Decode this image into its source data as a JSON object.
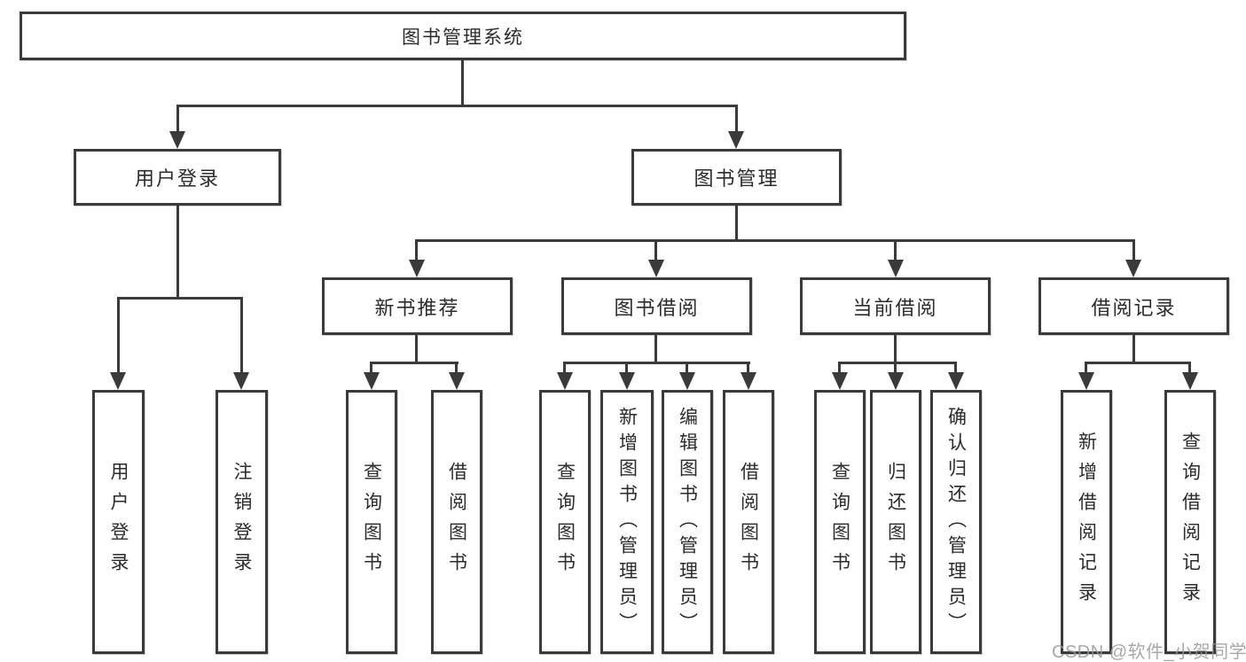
{
  "diagram": {
    "line_color": "#3a3a3a",
    "text_color": "#2b2b2b",
    "background": "#ffffff",
    "root": {
      "label": "图书管理系统"
    },
    "level2": [
      {
        "label": "用户登录"
      },
      {
        "label": "图书管理"
      }
    ],
    "login_children": [
      {
        "label": "用户登录"
      },
      {
        "label": "注销登录"
      }
    ],
    "sections": [
      {
        "label": "新书推荐",
        "children": [
          {
            "label": "查询图书"
          },
          {
            "label": "借阅图书"
          }
        ]
      },
      {
        "label": "图书借阅",
        "children": [
          {
            "label": "查询图书"
          },
          {
            "label": "新增图书（管理员）"
          },
          {
            "label": "编辑图书（管理员）"
          },
          {
            "label": "借阅图书"
          }
        ]
      },
      {
        "label": "当前借阅",
        "children": [
          {
            "label": "查询图书"
          },
          {
            "label": "归还图书"
          },
          {
            "label": "确认归还（管理员）"
          }
        ]
      },
      {
        "label": "借阅记录",
        "children": [
          {
            "label": "新增借阅记录"
          },
          {
            "label": "查询借阅记录"
          }
        ]
      }
    ]
  },
  "watermark": {
    "text": "CSDN @软件_小贺同学",
    "color": "#999999"
  }
}
